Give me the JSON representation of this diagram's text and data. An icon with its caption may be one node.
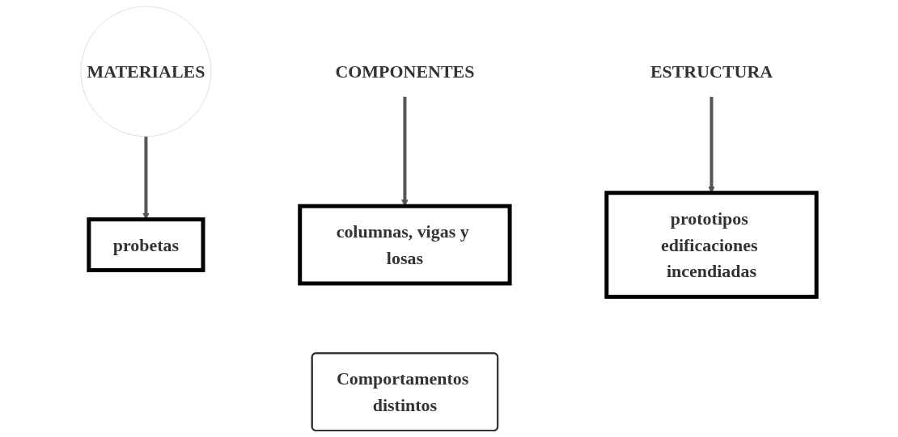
{
  "diagram": {
    "nodes": [
      {
        "text": [
          "MATERIALES"
        ]
      },
      {
        "text": [
          "COMPONENTES"
        ]
      },
      {
        "text": [
          "ESTRUCTURA"
        ]
      },
      {
        "text": [
          "probetas"
        ]
      },
      {
        "text": [
          "columnas, vigas y losas"
        ]
      },
      {
        "text": [
          "prototipos edificaciones incendiadas"
        ]
      },
      {
        "text": [
          "Comportamentos distintos"
        ]
      }
    ],
    "edges": [
      {
        "from": 0,
        "to": 3,
        "arrow": "to"
      },
      {
        "from": 1,
        "to": 4,
        "arrow": "to"
      },
      {
        "from": 2,
        "to": 5,
        "arrow": "to"
      }
    ]
  }
}
